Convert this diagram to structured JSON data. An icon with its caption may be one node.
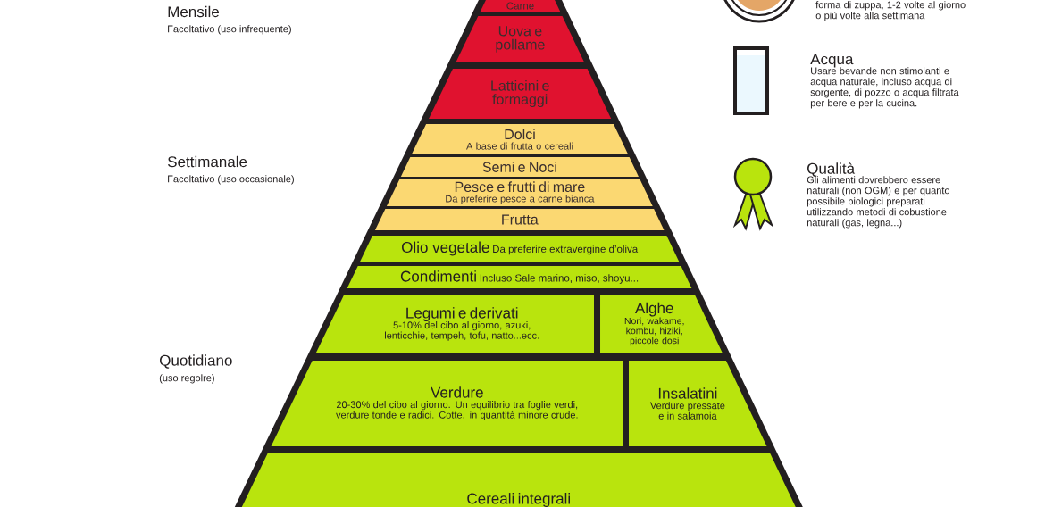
{
  "diagram": {
    "nodes": [
      {
        "text": [
          "Carne"
        ]
      },
      {
        "text": [
          "Uova e pollame"
        ]
      },
      {
        "text": [
          "Latticini e formaggi"
        ]
      },
      {
        "text": [
          "Dolci",
          "A base di frutta o cereali"
        ]
      },
      {
        "text": [
          "Semi e Noci"
        ]
      },
      {
        "text": [
          "Pesce e frutti di mare",
          "Da preferire pesce a carne bianca"
        ]
      },
      {
        "text": [
          "Frutta"
        ]
      },
      {
        "text": [
          "Olio vegetale",
          "Da preferire extravergine d’oliva"
        ]
      },
      {
        "text": [
          "Condimenti",
          "Incluso Sale marino, miso, shoyu..."
        ]
      },
      {
        "text": [
          "Legumi e derivati",
          "5-10% del cibo al giorno, azuki, lenticchie, tempeh, tofu, natto...ecc."
        ]
      },
      {
        "text": [
          "Alghe",
          "Nori, wakame, kombu, hiziki, piccole dosi"
        ]
      },
      {
        "text": [
          "Verdure",
          "20-30% del cibo al giorno. Un equilibrio tra foglie verdi, verdure tonde e radici. Cotte. in quantità minore crude."
        ]
      },
      {
        "text": [
          "Insalatini",
          "Verdure pressate e in salamoia"
        ]
      },
      {
        "text": [
          "Cereali integrali"
        ]
      }
    ],
    "labels": [
      "Mensile",
      "Facoltativo (uso infrequente)",
      "Settimanale",
      "Facoltativo (uso occasionale)",
      "Quotidiano",
      "(uso regolre)",
      "forma di zuppa, 1-2 volte al giorno o più volte alla settimana",
      "Acqua",
      "Usare bevande non stimolanti e acqua naturale, incluso acqua di sorgente, di pozzo o acqua filtrata per bere e per la cucina.",
      "Qualità",
      "Gli alimenti dovrebbero essere naturali (non OGM) e per quanto possibile biologici preparati utilizzando metodi di cobustione naturali (gas, legna...)"
    ]
  }
}
